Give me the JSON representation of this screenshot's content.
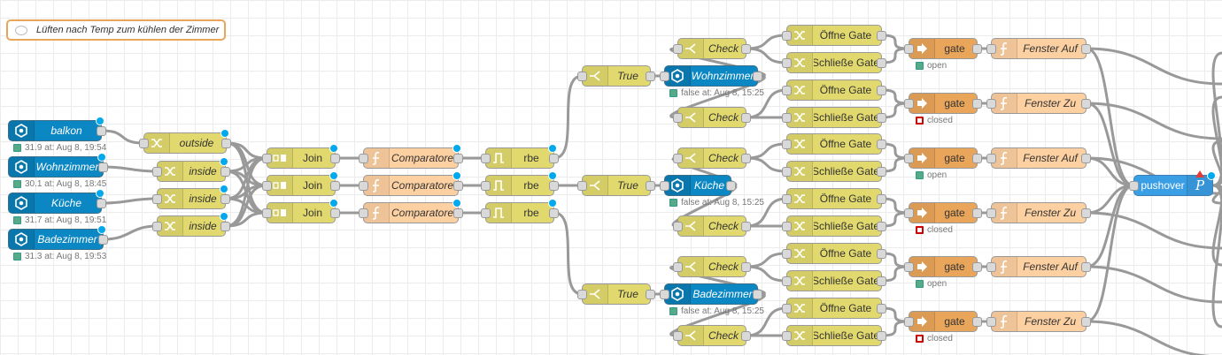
{
  "comment": "Lüften nach Temp zum kühlen der Zimmer",
  "sensors": [
    {
      "label": "balkon",
      "status": "31.9 at: Aug 8, 19:54"
    },
    {
      "label": "Wohnzimmer",
      "status": "30.1 at: Aug 8, 18:45"
    },
    {
      "label": "Küche",
      "status": "31.7 at: Aug 8, 19:51"
    },
    {
      "label": "Badezimmer",
      "status": "31.3 at: Aug 8, 19:53"
    }
  ],
  "changes": [
    "outside",
    "inside",
    "inside",
    "inside"
  ],
  "joins": [
    "Join",
    "Join",
    "Join"
  ],
  "comparators": [
    "Comparatore",
    "Comparatore",
    "Comparatore"
  ],
  "rbes": [
    "rbe",
    "rbe",
    "rbe"
  ],
  "switches": [
    "True",
    "True",
    "True"
  ],
  "rooms": [
    {
      "label": "Wohnzimmer",
      "status": "false at: Aug 8, 15:25"
    },
    {
      "label": "Küche",
      "status": "false at: Aug 8, 15:25"
    },
    {
      "label": "Badezimmer",
      "status": "false at: Aug 8, 15:25"
    }
  ],
  "checks": [
    "Check",
    "Check",
    "Check",
    "Check",
    "Check",
    "Check"
  ],
  "gate_actions": [
    "Öffne Gate",
    "Schließe Gate",
    "Öffne Gate",
    "Schließe Gate",
    "Öffne Gate",
    "Schließe Gate",
    "Öffne Gate",
    "Schließe Gate",
    "Öffne Gate",
    "Schließe Gate",
    "Öffne Gate",
    "Schließe Gate"
  ],
  "gates": [
    {
      "label": "gate",
      "status": "open",
      "state": "open"
    },
    {
      "label": "gate",
      "status": "closed",
      "state": "closed"
    },
    {
      "label": "gate",
      "status": "open",
      "state": "open"
    },
    {
      "label": "gate",
      "status": "closed",
      "state": "closed"
    },
    {
      "label": "gate",
      "status": "open",
      "state": "open"
    },
    {
      "label": "gate",
      "status": "closed",
      "state": "closed"
    }
  ],
  "fenster": [
    "Fenster Auf",
    "Fenster Zu",
    "Fenster Auf",
    "Fenster Zu",
    "Fenster Auf",
    "Fenster Zu"
  ],
  "pushover": {
    "label": "pushover"
  },
  "colors": {
    "change": "#e2d96e",
    "function": "#fdd0a2",
    "gate": "#e9a55a",
    "mqtt": "#0b87c4",
    "pushover": "#3a9ee4",
    "wire": "#999999"
  }
}
